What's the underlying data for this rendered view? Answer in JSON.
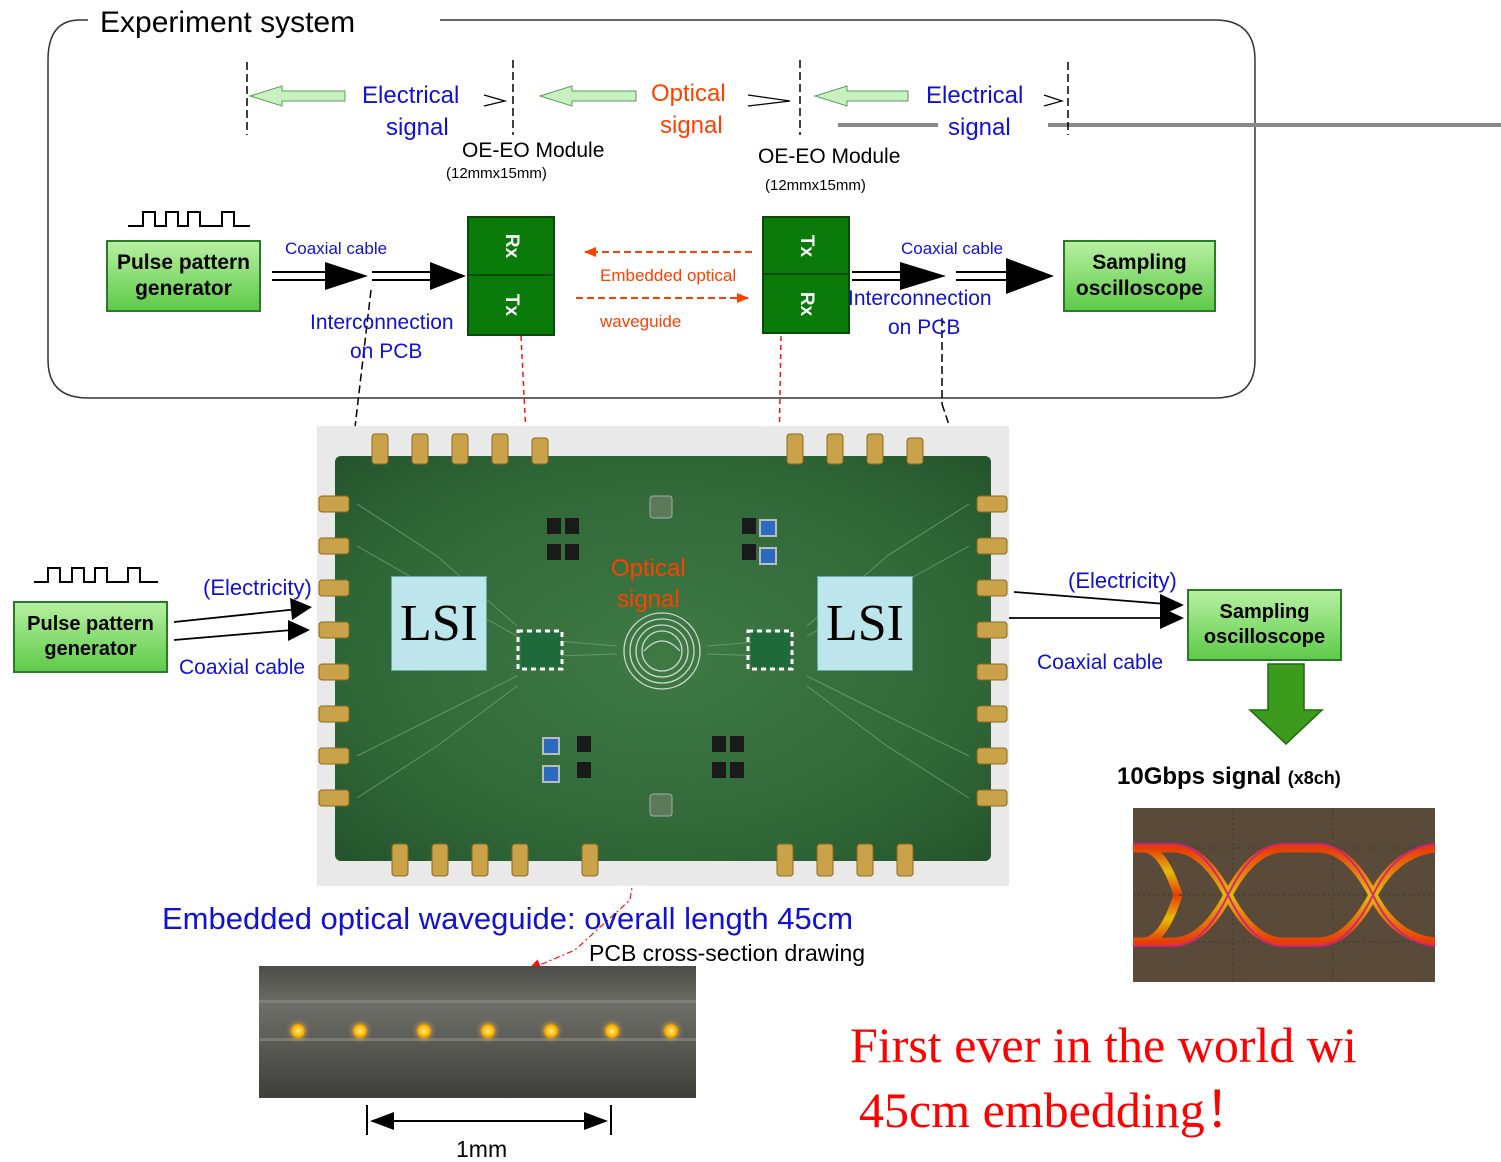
{
  "experiment_system": {
    "title": "Experiment system",
    "segments": {
      "electrical_left": [
        "Electrical",
        "signal"
      ],
      "optical": [
        "Optical",
        "signal"
      ],
      "electrical_right": [
        "Electrical",
        "signal"
      ]
    },
    "module_left": {
      "name": "OE-EO Module",
      "size": "(12mmx15mm)",
      "top": "Rx",
      "bottom": "Tx"
    },
    "module_right": {
      "name": "OE-EO Module",
      "size": "(12mmx15mm)",
      "top": "Tx",
      "bottom": "Rx"
    },
    "generator": [
      "Pulse pattern",
      "generator"
    ],
    "oscilloscope": [
      "Sampling",
      "oscilloscope"
    ],
    "coax_left": "Coaxial cable",
    "coax_right": "Coaxial cable",
    "interconnect_left": [
      "Interconnection",
      "on PCB"
    ],
    "interconnect_right": [
      "Interconnection",
      "on PCB"
    ],
    "waveguide": [
      "Embedded optical",
      "waveguide"
    ]
  },
  "board": {
    "lsi_left": "LSI",
    "lsi_right": "LSI",
    "optical_signal": [
      "Optical",
      "signal"
    ],
    "generator": [
      "Pulse pattern",
      "generator"
    ],
    "oscilloscope": [
      "Sampling",
      "oscilloscope"
    ],
    "electricity_left": "(Electricity)",
    "electricity_right": "(Electricity)",
    "coax_left": "Coaxial cable",
    "coax_right": "Coaxial cable",
    "waveguide_caption": "Embedded optical waveguide: overall length 45cm",
    "cross_section_caption": "PCB cross-section drawing",
    "scale": "1mm"
  },
  "result": {
    "signal_label": "10Gbps signal",
    "channels": "(x8ch)",
    "headline_line1": "First ever in the world wi",
    "headline_line2": "45cm embedding！"
  },
  "colors": {
    "blue_text": "#1010d8",
    "orange_text": "#ff4000",
    "red_text": "#ff0000",
    "module_green": "#0a7a0a",
    "box_green": "#5fca4a",
    "lsi_blue": "#bde6ec"
  }
}
